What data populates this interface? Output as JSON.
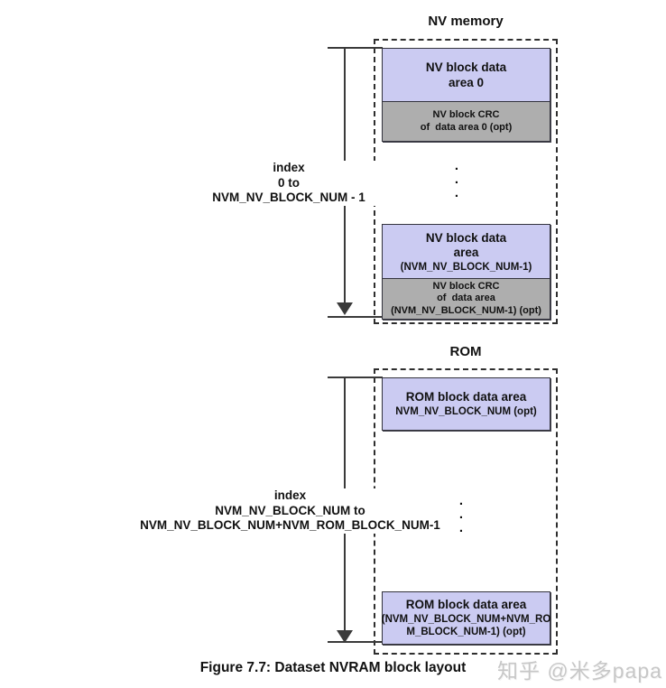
{
  "nv_section": {
    "title": "NV memory",
    "index_label": [
      "index",
      "0 to",
      "NVM_NV_BLOCK_NUM - 1"
    ],
    "ellipsis": [
      ".",
      ".",
      "."
    ],
    "block_0": {
      "title_lines": [
        "NV block data",
        "area 0"
      ]
    },
    "crc_0": {
      "lines": [
        "NV block CRC",
        "of  data area 0 (opt)"
      ]
    },
    "block_n": {
      "title_lines": [
        "NV block data",
        "area"
      ],
      "sub_lines": [
        "(NVM_NV_BLOCK_NUM-1)"
      ]
    },
    "crc_n": {
      "lines": [
        "NV block CRC",
        "of  data area",
        "(NVM_NV_BLOCK_NUM-1) (opt)"
      ]
    }
  },
  "rom_section": {
    "title": "ROM",
    "index_label": [
      "index",
      "NVM_NV_BLOCK_NUM to",
      "NVM_NV_BLOCK_NUM+NVM_ROM_BLOCK_NUM-1"
    ],
    "ellipsis": [
      ".",
      ".",
      "."
    ],
    "block_first": {
      "title_lines": [
        "ROM block data area"
      ],
      "sub_lines": [
        "NVM_NV_BLOCK_NUM (opt)"
      ]
    },
    "block_last": {
      "title_lines": [
        "ROM block data area"
      ],
      "sub_lines": [
        "(NVM_NV_BLOCK_NUM+NVM_RO",
        "M_BLOCK_NUM-1) (opt)"
      ]
    }
  },
  "caption": "Figure 7.7: Dataset NVRAM block layout",
  "watermark": "知乎 @米多papa",
  "colors": {
    "data_block_fill": "#cbcbf2",
    "crc_block_fill": "#aeaeae",
    "line_color": "#3a3a3a",
    "watermark_color": "#c7c7c7"
  }
}
